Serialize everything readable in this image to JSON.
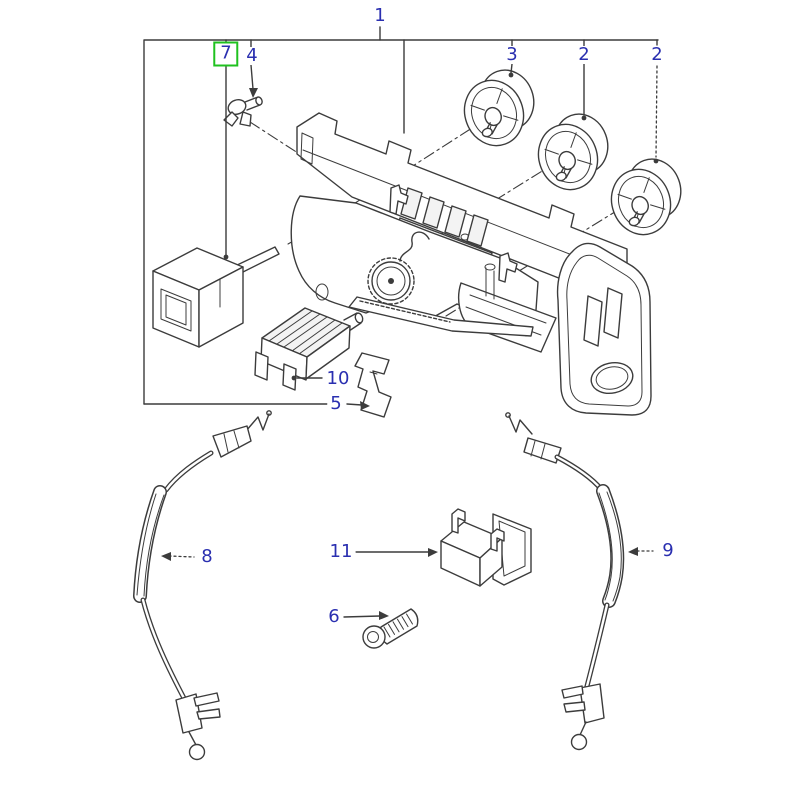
{
  "diagram": {
    "kind": "exploded-parts-diagram",
    "description": "Exploded view technical illustration of a heater control panel assembly with control knobs, switch, cables, bracket and screw",
    "background": "#ffffff",
    "line_color": "#3c3c3c",
    "label_color": "#2a2fb0",
    "highlight_color": "#1fc11f"
  },
  "callouts": {
    "c1": {
      "text": "1",
      "highlighted": false
    },
    "c7": {
      "text": "7",
      "highlighted": true
    },
    "c4": {
      "text": "4",
      "highlighted": false
    },
    "c3": {
      "text": "3",
      "highlighted": false
    },
    "c2a": {
      "text": "2",
      "highlighted": false
    },
    "c2b": {
      "text": "2",
      "highlighted": false
    },
    "c10": {
      "text": "10",
      "highlighted": false
    },
    "c5": {
      "text": "5",
      "highlighted": false
    },
    "c8": {
      "text": "8",
      "highlighted": false
    },
    "c9": {
      "text": "9",
      "highlighted": false
    },
    "c11": {
      "text": "11",
      "highlighted": false
    },
    "c6": {
      "text": "6",
      "highlighted": false
    }
  }
}
